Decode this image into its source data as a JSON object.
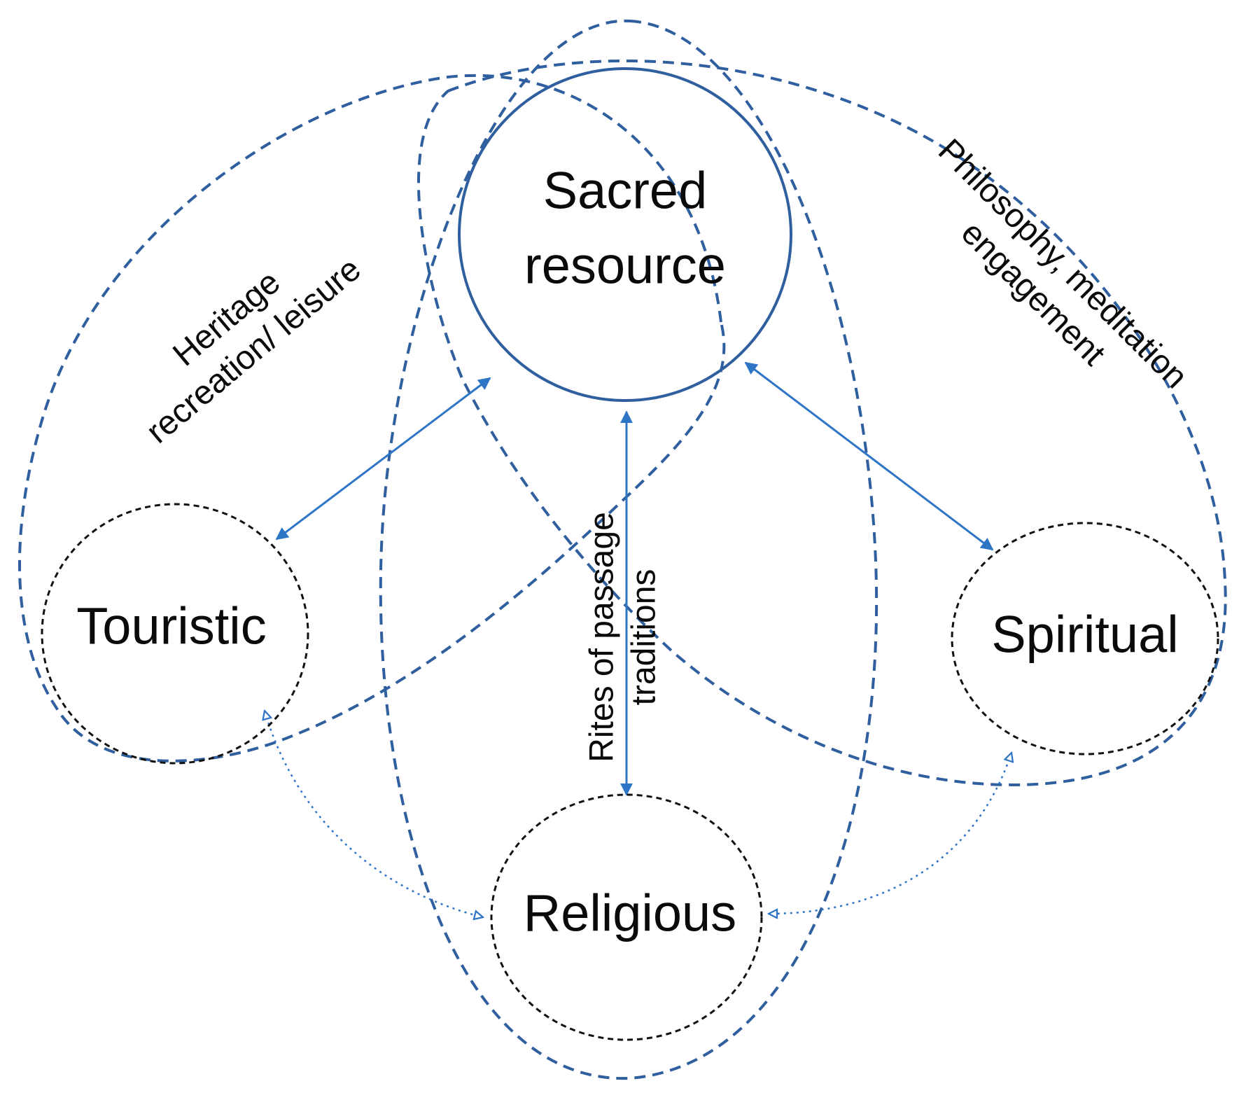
{
  "diagram": {
    "nodes": {
      "sacred": {
        "line1": "Sacred",
        "line2": "resource"
      },
      "touristic": {
        "label": "Touristic"
      },
      "spiritual": {
        "label": "Spiritual"
      },
      "religious": {
        "label": "Religious"
      }
    },
    "edge_labels": {
      "touristic": {
        "line1": "Heritage",
        "line2": "recreation/ leisure"
      },
      "spiritual": {
        "line1": "Philosophy, meditation",
        "line2": "engagement"
      },
      "religious": {
        "line1": "Rites of passage",
        "line2": "traditions"
      }
    },
    "colors": {
      "primary_blue": "#2e75c6",
      "dashed_blue": "#2f5f9e",
      "node_dash": "#111111",
      "text": "#0a0a0a"
    }
  }
}
